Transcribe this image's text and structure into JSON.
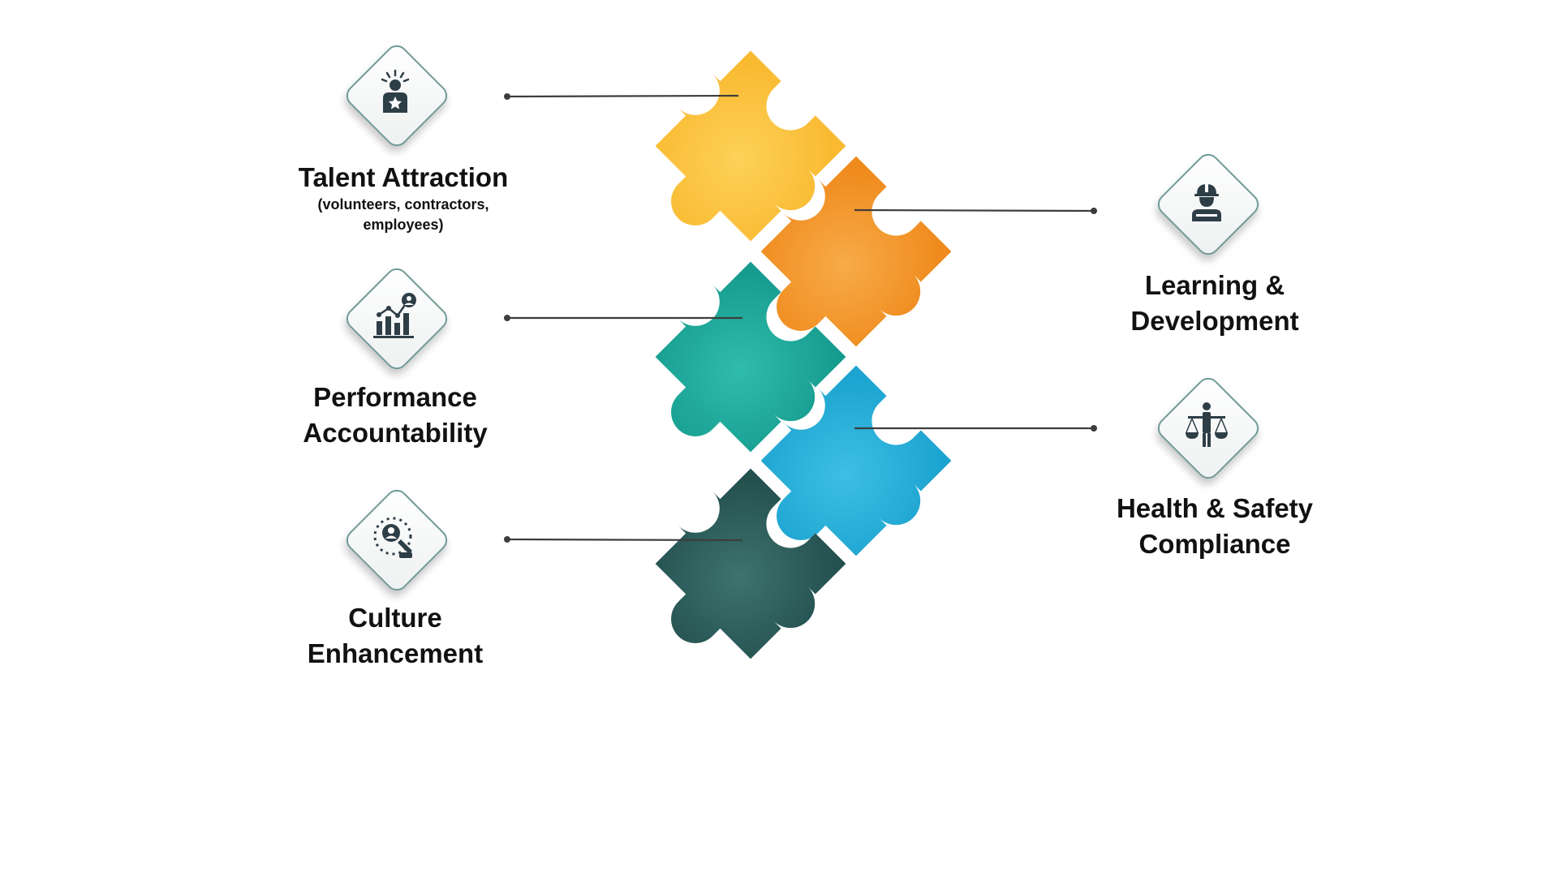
{
  "items": [
    {
      "title": "Talent Attraction",
      "subtitle": "(volunteers, contractors, employees)",
      "icon": "employee-star-icon",
      "side": "left"
    },
    {
      "title_line1": "Learning &",
      "title_line2": "Development",
      "icon": "construction-worker-icon",
      "side": "right"
    },
    {
      "title_line1": "Performance",
      "title_line2": "Accountability",
      "icon": "growth-chart-icon",
      "side": "left"
    },
    {
      "title_line1": "Health & Safety",
      "title_line2": "Compliance",
      "icon": "scales-of-justice-icon",
      "side": "right"
    },
    {
      "title_line1": "Culture",
      "title_line2": "Enhancement",
      "icon": "people-search-icon",
      "side": "left"
    }
  ],
  "colors": {
    "yellow": "#fbbf3c",
    "orange": "#f39425",
    "teal": "#1ba99a",
    "blue": "#24aed8",
    "dark_teal": "#2b5d5b",
    "icon": "#2e3e47",
    "badge_border": "#6f9a97"
  }
}
